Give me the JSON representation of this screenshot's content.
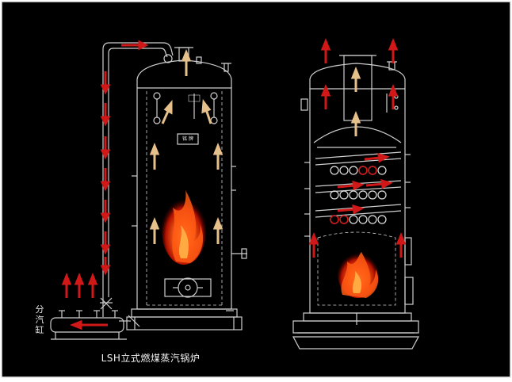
{
  "caption": "LSH立式燃煤蒸汽锅炉",
  "left_label": "分\n汽\n缸",
  "nameplate": "铭 牌",
  "colors": {
    "background": "#000000",
    "frame": "#e8e8e8",
    "line": "#cfcfcf",
    "steam_arrow": "#d01818",
    "hot_gas_arrow": "#e6c08a",
    "flame_core": "#ff6a1a",
    "flame_outer": "#b01000",
    "caption_text": "#f2f2f2"
  },
  "icons": [
    "fire-icon",
    "steam-arrow-icon",
    "flue-gas-arrow-icon",
    "valve-icon"
  ]
}
